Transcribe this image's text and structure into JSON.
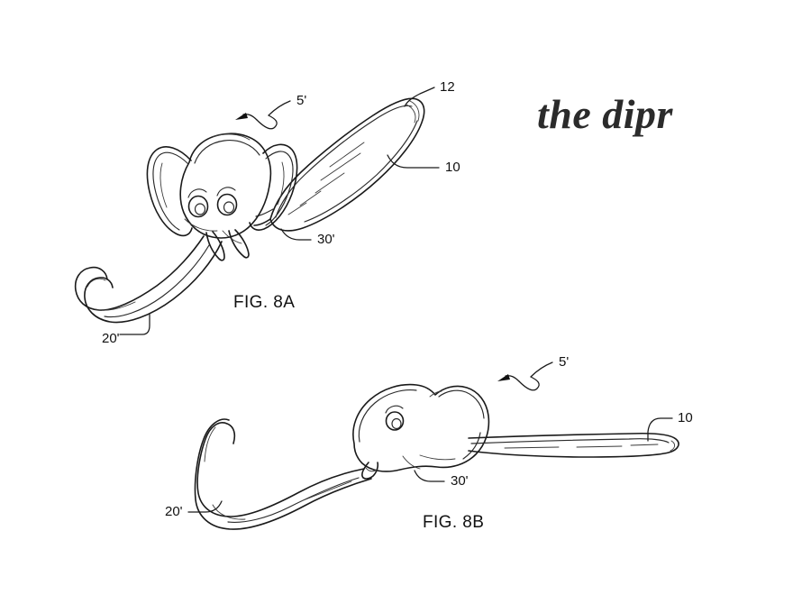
{
  "document": {
    "type": "patent-drawing-sheet",
    "background_color": "#ffffff",
    "ink_color": "#1a1a1a"
  },
  "brand": {
    "wordmark": "the dipr"
  },
  "figures": [
    {
      "id": "fig-8a",
      "caption": "FIG. 8A",
      "view": "top perspective view",
      "subject": "elephant-shaped infant spoon",
      "callouts": [
        {
          "numeral": "12",
          "target": "spoon bowl tip"
        },
        {
          "numeral": "10",
          "target": "spoon bowl / handle"
        },
        {
          "numeral": "5'",
          "target": "assembly",
          "style": "squiggle-arrow"
        },
        {
          "numeral": "30'",
          "target": "elephant head"
        },
        {
          "numeral": "20'",
          "target": "trunk"
        }
      ]
    },
    {
      "id": "fig-8b",
      "caption": "FIG. 8B",
      "view": "side elevation view",
      "subject": "elephant-shaped infant spoon",
      "callouts": [
        {
          "numeral": "5'",
          "target": "assembly",
          "style": "squiggle-arrow"
        },
        {
          "numeral": "10",
          "target": "spoon handle"
        },
        {
          "numeral": "30'",
          "target": "elephant head"
        },
        {
          "numeral": "20'",
          "target": "trunk"
        }
      ]
    }
  ],
  "labels": {
    "fig_a_caption": "FIG. 8A",
    "fig_b_caption": "FIG. 8B",
    "a_num_12": "12",
    "a_num_10": "10",
    "a_num_5p": "5'",
    "a_num_30p": "30'",
    "a_num_20p": "20'",
    "b_num_5p": "5'",
    "b_num_10": "10",
    "b_num_30p": "30'",
    "b_num_20p": "20'"
  }
}
